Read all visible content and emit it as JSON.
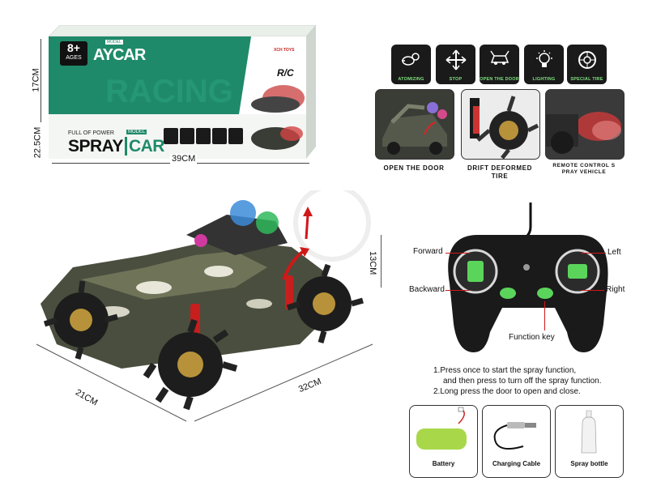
{
  "package": {
    "age_badge": "8+",
    "age_sub": "AGES",
    "model_tag": "MODEL",
    "top_name_partial": "AYCAR",
    "racing_word": "RACING",
    "brand": "XCH TOYS",
    "rc_logo": "R/C",
    "tagline": "FULL OF POWER",
    "spray_word": "SPRAY",
    "car_word": "CAR",
    "dim_height": "17CM",
    "dim_depth": "22.5CM",
    "dim_width": "39CM"
  },
  "features": [
    {
      "label": "ATOMIZING",
      "icon": "smoke-icon"
    },
    {
      "label": "STOP",
      "icon": "stop-arrows-icon"
    },
    {
      "label": "OPEN THE DOOR",
      "icon": "car-door-icon"
    },
    {
      "label": "LIGHTING",
      "icon": "bulb-icon"
    },
    {
      "label": "SPECIAL TIRE",
      "icon": "tire-icon"
    }
  ],
  "photos": [
    {
      "caption": "OPEN THE DOOR"
    },
    {
      "caption": "DRIFT DEFORMED TIRE"
    },
    {
      "caption": "REMOTE CONTROL S PRAY VEHICLE"
    }
  ],
  "car_dims": {
    "height": "13CM",
    "length": "32CM",
    "width": "21CM"
  },
  "remote": {
    "forward": "Forward",
    "backward": "Backward",
    "left": "Left",
    "right": "Right",
    "function_key": "Function key"
  },
  "instructions": {
    "line1": "1.Press once to start the spray function,",
    "line2": "and then press to turn off the spray function.",
    "line3": "2.Long press the door to open and close."
  },
  "accessories": [
    {
      "caption": "Battery"
    },
    {
      "caption": "Charging Cable"
    },
    {
      "caption": "Spray bottle"
    }
  ],
  "colors": {
    "box_green": "#1f8a6a",
    "accent_green": "#5bd45b",
    "remote_black": "#1a1a1a"
  }
}
